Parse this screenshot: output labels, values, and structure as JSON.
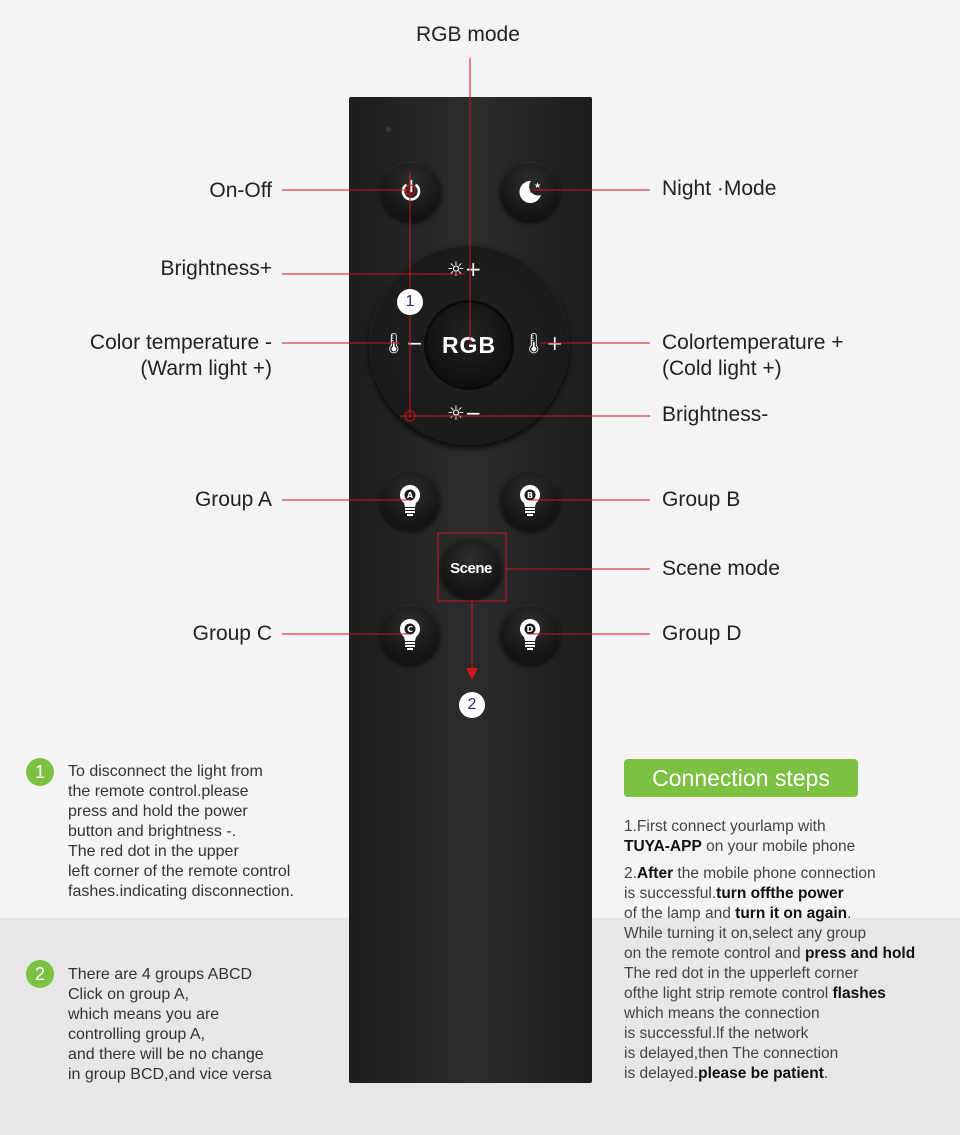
{
  "labels": {
    "rgb_mode": "RGB mode",
    "on_off": "On-Off",
    "night_mode": "Night ·Mode",
    "brightness_plus": "Brightness+",
    "color_temp_minus_1": "Color temperature -",
    "color_temp_minus_2": "(Warm light +)",
    "color_temp_plus_1": "Colortemperature +",
    "color_temp_plus_2": "(Cold light +)",
    "brightness_minus": "Brightness-",
    "group_a": "Group A",
    "group_b": "Group B",
    "scene_mode": "Scene mode",
    "group_c": "Group C",
    "group_d": "Group D"
  },
  "remote": {
    "rgb_button": "RGB",
    "scene_button": "Scene",
    "group_letters": [
      "A",
      "B",
      "C",
      "D"
    ]
  },
  "markers": {
    "one": "1",
    "two": "2"
  },
  "notes": [
    {
      "number": "1",
      "lines": [
        "To disconnect the light from",
        "the remote control.please",
        "press and hold the power",
        "button and brightness -.",
        "The red dot in the upper",
        "left corner of the remote control",
        "fashes.indicating disconnection."
      ]
    },
    {
      "number": "2",
      "lines": [
        "There are 4 groups ABCD",
        "Click on group A,",
        "which means you are",
        "controlling group A,",
        "and there will be no change",
        "in group BCD,and vice versa"
      ]
    }
  ],
  "connection": {
    "title": "Connection steps",
    "step1": [
      [
        {
          "t": "1.First connect yourlamp with",
          "b": false
        }
      ],
      [
        {
          "t": "TUYA-APP",
          "b": true
        },
        {
          "t": " on your mobile phone",
          "b": false
        }
      ]
    ],
    "step2": [
      [
        {
          "t": "2.",
          "b": false
        },
        {
          "t": "After",
          "b": true
        },
        {
          "t": " the mobile phone connection",
          "b": false
        }
      ],
      [
        {
          "t": "is successful.",
          "b": false
        },
        {
          "t": "turn offthe power",
          "b": true
        }
      ],
      [
        {
          "t": "of the lamp and ",
          "b": false
        },
        {
          "t": "turn it on again",
          "b": true
        },
        {
          "t": ".",
          "b": false
        }
      ],
      [
        {
          "t": "While turning it on,select any group",
          "b": false
        }
      ],
      [
        {
          "t": "on the remote control and ",
          "b": false
        },
        {
          "t": "press and hold",
          "b": true
        }
      ],
      [
        {
          "t": "The red dot in the upperleft corner",
          "b": false
        }
      ],
      [
        {
          "t": "ofthe light strip remote control ",
          "b": false
        },
        {
          "t": "flashes",
          "b": true
        }
      ],
      [
        {
          "t": "which means the connection",
          "b": false
        }
      ],
      [
        {
          "t": "is successful.lf the network",
          "b": false
        }
      ],
      [
        {
          "t": "is delayed,then The connection",
          "b": false
        }
      ],
      [
        {
          "t": "is delayed.",
          "b": false
        },
        {
          "t": "please be patient",
          "b": true
        },
        {
          "t": ".",
          "b": false
        }
      ]
    ]
  },
  "colors": {
    "accent_green": "#7cc142",
    "callout_red": "#d0131b",
    "remote_black": "#1f1f1f"
  }
}
